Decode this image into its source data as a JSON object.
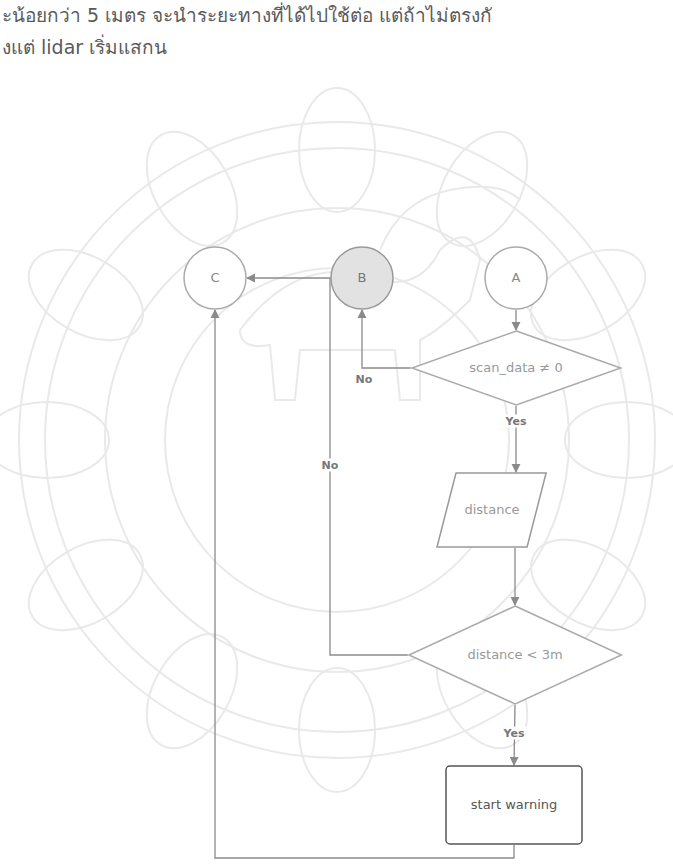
{
  "diagram": {
    "nodes": [
      {
        "text": [
          "C"
        ]
      },
      {
        "text": [
          "B"
        ]
      },
      {
        "text": [
          "A"
        ]
      },
      {
        "text": [
          "scan_data ≠ 0"
        ]
      },
      {
        "text": [
          "distance"
        ]
      },
      {
        "text": [
          "distance < 3m"
        ]
      },
      {
        "text": [
          "start warning"
        ]
      }
    ],
    "edges": [
      {
        "from": 2,
        "to": 3,
        "arrow": "to"
      },
      {
        "from": 3,
        "to": 1,
        "label": "No",
        "arrow": "to"
      },
      {
        "from": 3,
        "to": 4,
        "label": "Yes",
        "arrow": "to"
      },
      {
        "from": 4,
        "to": 5,
        "arrow": "to"
      },
      {
        "from": 5,
        "to": 0,
        "label": "No",
        "arrow": "to"
      },
      {
        "from": 5,
        "to": 6,
        "label": "Yes",
        "arrow": "to"
      },
      {
        "from": 6,
        "to": 0,
        "arrow": "to"
      }
    ],
    "labels": [
      "ะน้อยกว่า 5 เมตร จะนำระยะทางที่ได้ไปใช้ต่อ แต่ถ้าไม่ตรงกั",
      "งแต่ lidar เริ่มแสกน"
    ]
  }
}
